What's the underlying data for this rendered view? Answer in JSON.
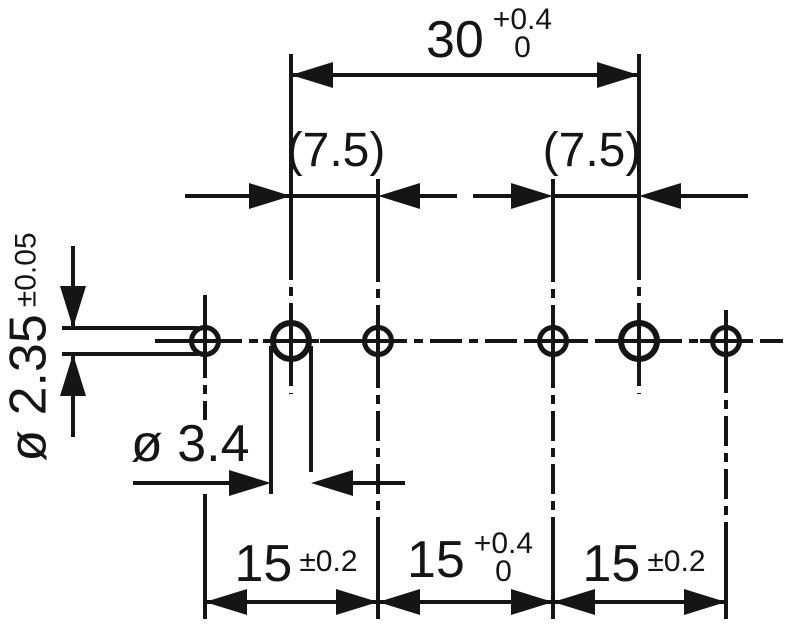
{
  "drawing": {
    "description": "hole pattern dimension drawing",
    "colors": {
      "line": "#151515",
      "background": "#ffffff"
    },
    "labels": {
      "top_width": {
        "value": "30",
        "tol_plus": "+0.4",
        "tol_minus": "0"
      },
      "pitch_left": {
        "value": "(7.5)"
      },
      "pitch_right": {
        "value": "(7.5)"
      },
      "small_hole_dia": {
        "value": "ø 2.35",
        "tol": "±0.05"
      },
      "large_hole_dia": {
        "value": "ø 3.4"
      },
      "bottom_left": {
        "value": "15",
        "tol": "±0.2"
      },
      "bottom_center": {
        "value": "15",
        "tol_plus": "+0.4",
        "tol_minus": "0"
      },
      "bottom_right": {
        "value": "15",
        "tol": "±0.2"
      }
    }
  }
}
